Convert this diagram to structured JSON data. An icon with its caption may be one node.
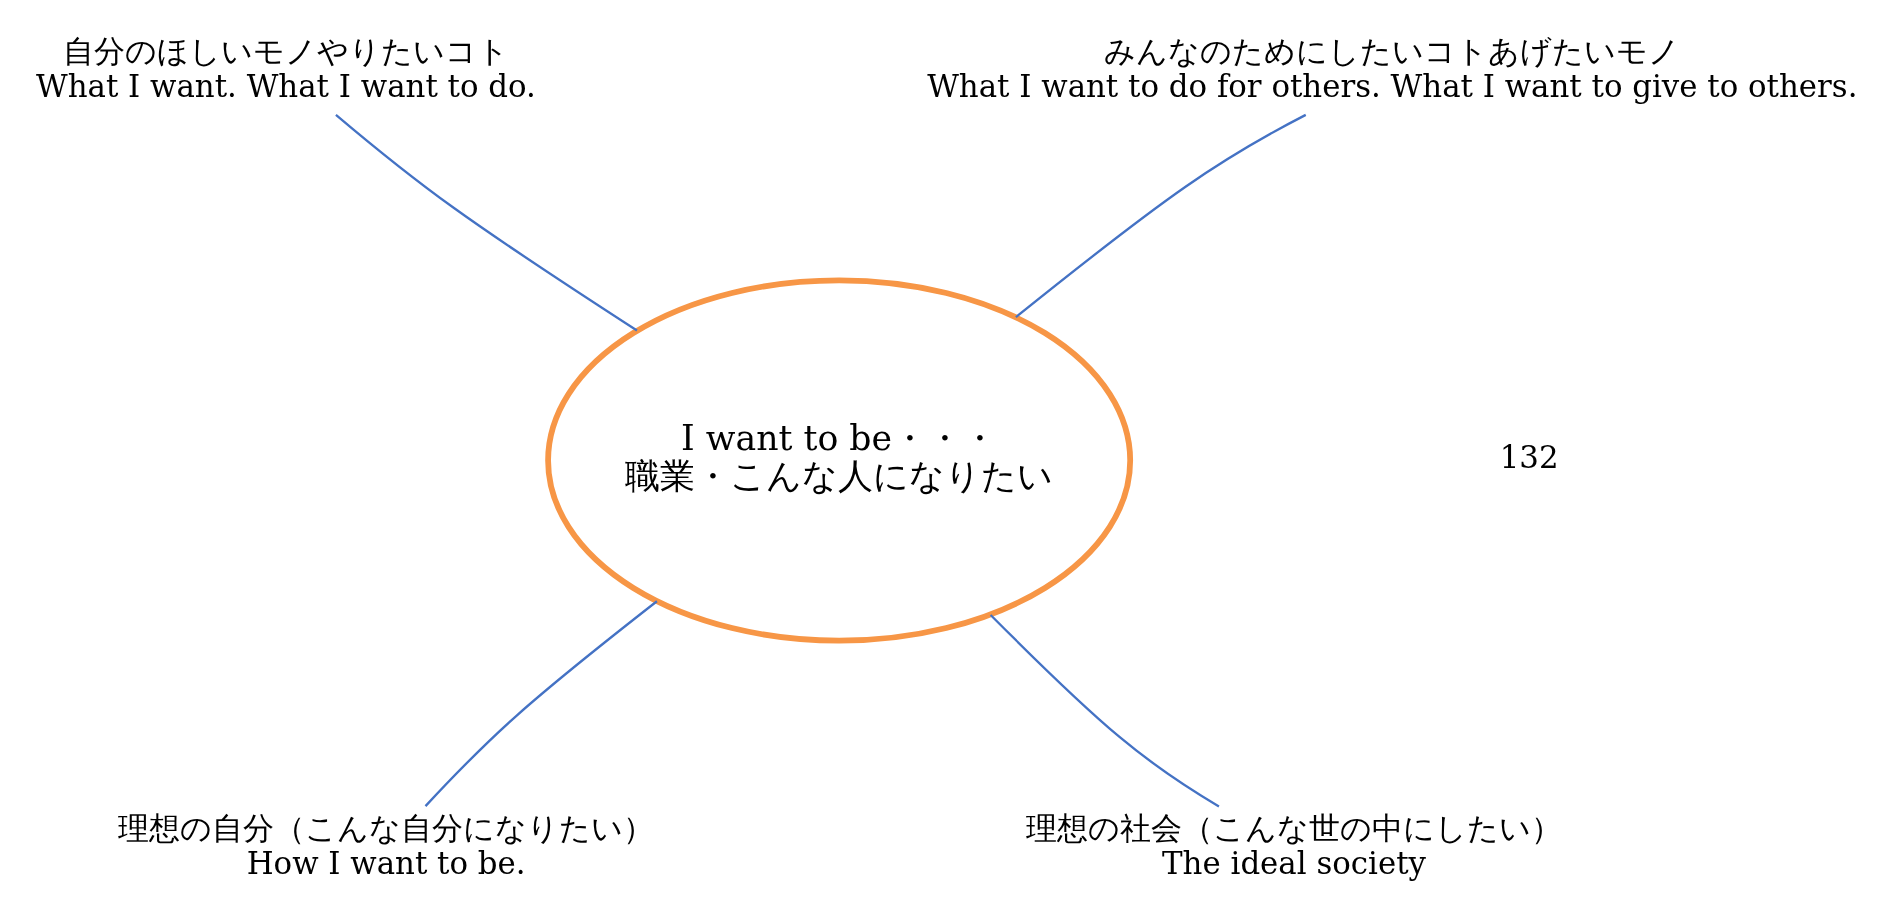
{
  "diagram": {
    "nodes": [
      {
        "text": [
          "I want to be・・・",
          "職業・こんな人になりたい"
        ]
      },
      {
        "text": [
          "自分のほしいモノやりたいコト",
          "What I want. What I want to do."
        ]
      },
      {
        "text": [
          "みんなのためにしたいコトあげたいモノ",
          "What I want to do for others. What I want to give to others."
        ]
      },
      {
        "text": [
          "理想の自分（こんな自分になりたい）",
          "How I want to be."
        ]
      },
      {
        "text": [
          "理想の社会（こんな世の中にしたい）",
          "The ideal society"
        ]
      }
    ],
    "edges": [
      {
        "from": 1,
        "to": 0,
        "arrow": "none"
      },
      {
        "from": 2,
        "to": 0,
        "arrow": "none"
      },
      {
        "from": 0,
        "to": 3,
        "arrow": "none"
      },
      {
        "from": 0,
        "to": 4,
        "arrow": "none"
      }
    ],
    "labels": [
      "132"
    ]
  }
}
